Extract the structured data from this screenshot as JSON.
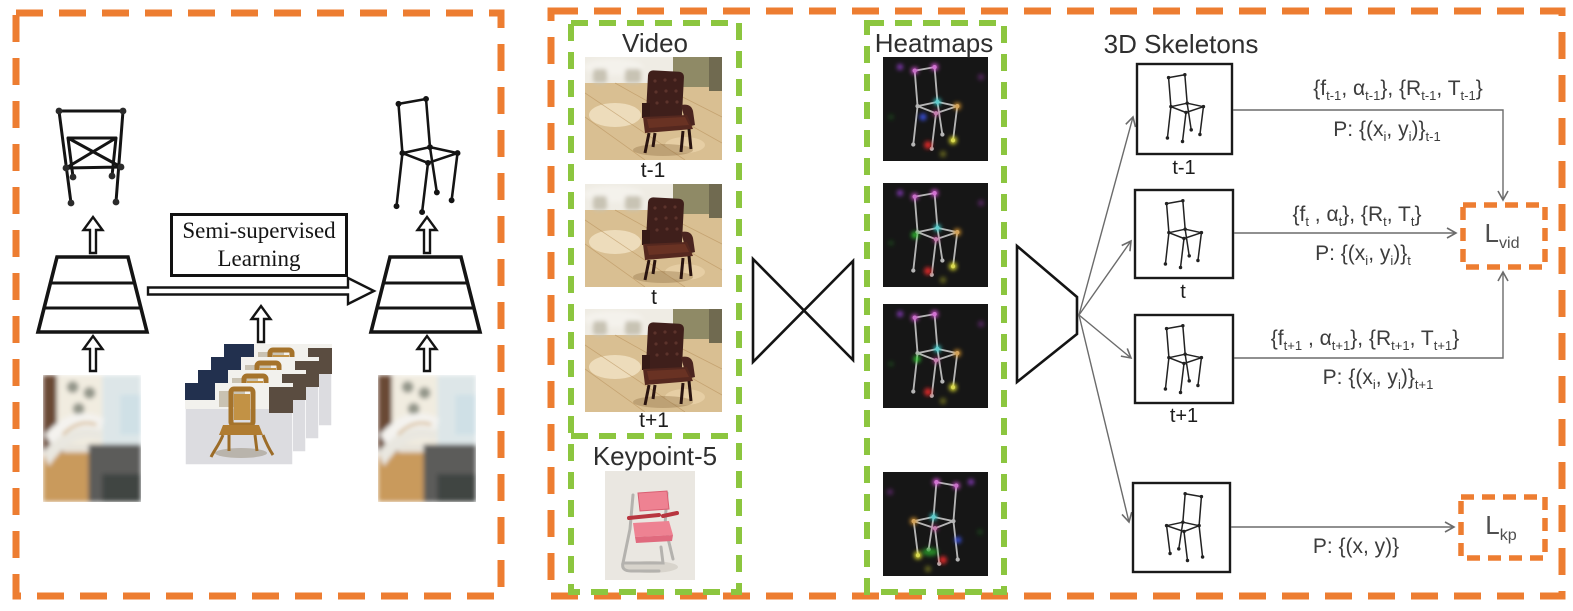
{
  "figure": {
    "type": "semi-supervised 3D chair skeleton estimation architecture"
  },
  "colors": {
    "panel_border_orange": "#ED7D31",
    "group_border_green": "#8CC63F",
    "connector_gray": "#6B6B6B",
    "loss_text_gray": "#4F4F4F",
    "text_dark": "#2F2F2F"
  },
  "left": {
    "ssl": {
      "line1": "Semi-supervised",
      "line2": "Learning"
    },
    "icons": {
      "distorted_skeleton": "distorted-chair-skeleton",
      "good_skeleton": "chair-skeleton",
      "network": "trapezoid-network",
      "up_arrow": "hollow-up-arrow",
      "transfer_arrow": "hollow-right-arrow",
      "unlabeled_photo": "blurry-chair-photo",
      "image_stack": "chair-image-stack"
    }
  },
  "right": {
    "video": {
      "title": "Video",
      "labels": [
        "t-1",
        "t",
        "t+1"
      ]
    },
    "keypoint5": {
      "title": "Keypoint-5"
    },
    "heatmaps": {
      "title": "Heatmaps"
    },
    "skeletons": {
      "title": "3D Skeletons",
      "rows": [
        {
          "label": "t-1",
          "params": "{f_{t-1}, α_{t-1}}, {R_{t-1}, T_{t-1}}",
          "proj": "P: {(x_{i}, y_{i})}_{t-1}"
        },
        {
          "label": "t",
          "params": "{f_{t} , α_{t}}, {R_{t}, T_{t}}",
          "proj": "P: {(x_{i}, y_{i})}_{t}"
        },
        {
          "label": "t+1",
          "params": "{f_{t+1} , α_{t+1}}, {R_{t+1}, T_{t+1}}",
          "proj": "P: {(x_{i}, y_{i})}_{t+1}"
        },
        {
          "label": "",
          "params": "",
          "proj": "P: {(x, y)}"
        }
      ]
    },
    "losses": {
      "vid": "L_{vid}",
      "kp": "L_{kp}"
    },
    "icons": {
      "encoder": "bowtie-encoder",
      "decoder": "funnel-decoder"
    }
  }
}
